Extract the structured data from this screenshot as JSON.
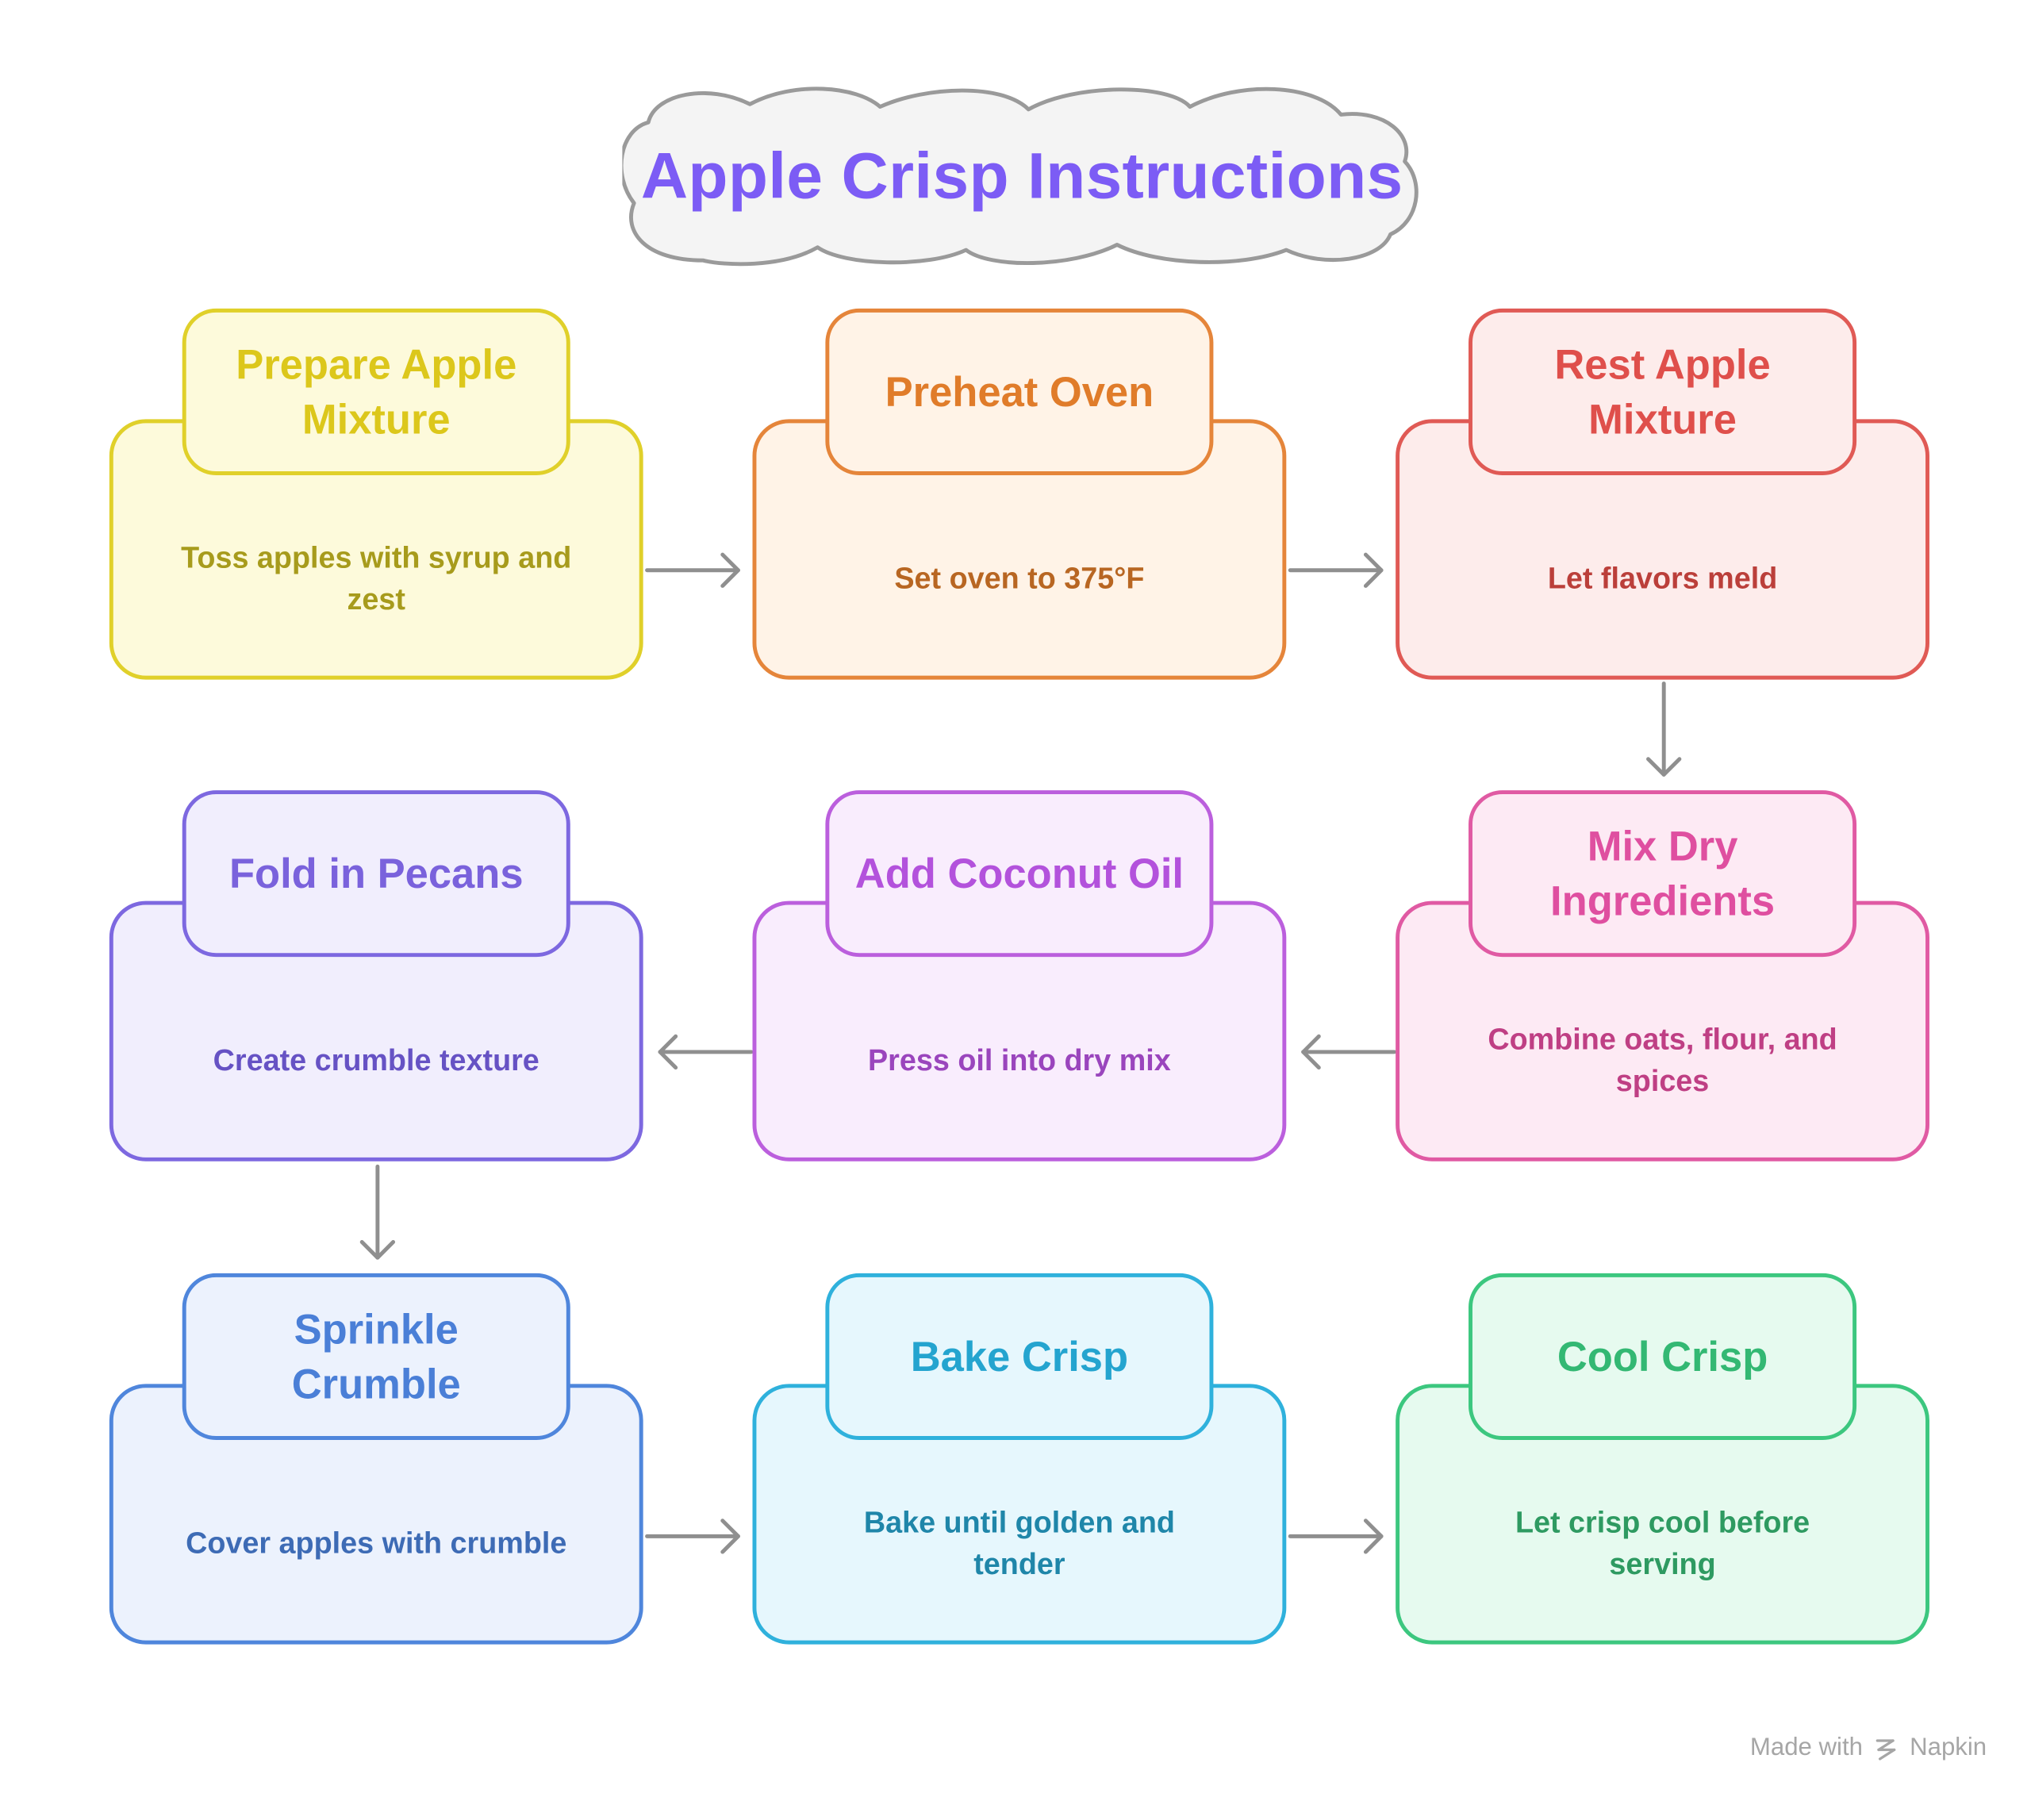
{
  "title": "Apple Crisp Instructions",
  "colors": {
    "title": "#7c5cf5",
    "cloud_fill": "#f4f4f4",
    "cloud_stroke": "#9a9a9a",
    "arrow": "#8f8f8f"
  },
  "steps": [
    {
      "title": "Prepare Apple Mixture",
      "desc": "Toss apples with syrup and zest",
      "fill": "#fdfadb",
      "border": "#e0d02a",
      "title_color": "#dcc71b",
      "text_color": "#a79b1c"
    },
    {
      "title": "Preheat Oven",
      "desc": "Set oven to 375°F",
      "fill": "#fff3e7",
      "border": "#e5853a",
      "title_color": "#e07c2a",
      "text_color": "#b86622"
    },
    {
      "title": "Rest Apple Mixture",
      "desc": "Let flavors meld",
      "fill": "#fdeceb",
      "border": "#e05a55",
      "title_color": "#df4f4b",
      "text_color": "#bb3f3a"
    },
    {
      "title": "Fold in Pecans",
      "desc": "Create crumble texture",
      "fill": "#f1eefd",
      "border": "#7d68e0",
      "title_color": "#7a62dc",
      "text_color": "#6652c4"
    },
    {
      "title": "Add Coconut Oil",
      "desc": "Press oil into dry mix",
      "fill": "#f9edfd",
      "border": "#bb5fdd",
      "title_color": "#b352dc",
      "text_color": "#9a45bd"
    },
    {
      "title": "Mix Dry Ingredients",
      "desc": "Combine oats, flour, and spices",
      "fill": "#fdeaf4",
      "border": "#e05aa3",
      "title_color": "#df4fa0",
      "text_color": "#bf3f84"
    },
    {
      "title": "Sprinkle Crumble",
      "desc": "Cover apples with crumble",
      "fill": "#ecf2fd",
      "border": "#4f86dc",
      "title_color": "#4a7fd7",
      "text_color": "#3d6bb5"
    },
    {
      "title": "Bake Crisp",
      "desc": "Bake until golden and tender",
      "fill": "#e6f7fd",
      "border": "#2fb1dc",
      "title_color": "#24a4cf",
      "text_color": "#1f86a9"
    },
    {
      "title": "Cool Crisp",
      "desc": "Let crisp cool before serving",
      "fill": "#e6faef",
      "border": "#3cc77f",
      "title_color": "#33b873",
      "text_color": "#2e9a61"
    }
  ],
  "watermark": {
    "prefix": "Made with",
    "brand": "Napkin",
    "icon": "napkin-logo-icon"
  }
}
